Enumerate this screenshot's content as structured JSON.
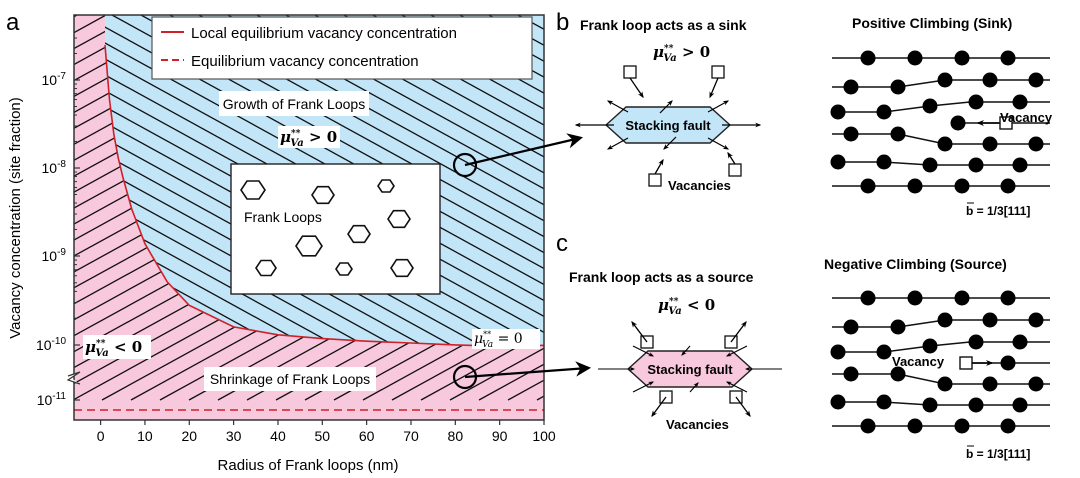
{
  "panels": {
    "a": "a",
    "b": "b",
    "c": "c"
  },
  "chart_data": {
    "type": "line",
    "title": "",
    "xlabel": "Radius of Frank loops (nm)",
    "ylabel": "Vacancy concentration (site fraction)",
    "xlim": [
      -6,
      100
    ],
    "ylim_log10": [
      -11.5,
      -6.25
    ],
    "yscale": "log",
    "x_ticks": [
      0,
      10,
      20,
      30,
      40,
      50,
      60,
      70,
      80,
      90,
      100
    ],
    "x_tick_labels": [
      "0",
      "10",
      "20",
      "30",
      "40",
      "50",
      "60",
      "70",
      "80",
      "90",
      "100"
    ],
    "y_ticks_log10": [
      -7,
      -8,
      -9,
      -10,
      -11
    ],
    "y_tick_labels": [
      {
        "base": "10",
        "exp": "-7"
      },
      {
        "base": "10",
        "exp": "-8"
      },
      {
        "base": "10",
        "exp": "-9"
      },
      {
        "base": "10",
        "exp": "-10"
      },
      {
        "base": "10",
        "exp": "-11"
      }
    ],
    "axis_break": true,
    "series": [
      {
        "name": "Local equilibrium vacancy concentration",
        "style": "solid",
        "color": "#d0202a",
        "x": [
          1.0,
          1.5,
          2,
          3,
          4,
          5,
          7,
          10,
          15,
          20,
          30,
          40,
          50,
          60,
          70,
          80,
          84
        ],
        "y": [
          2.5e-07,
          1.2e-07,
          6e-08,
          2.4e-08,
          1.3e-08,
          8e-09,
          3.5e-09,
          1.4e-09,
          5.2e-10,
          2.8e-10,
          1.6e-10,
          1.3e-10,
          1.18e-10,
          1.1e-10,
          1.05e-10,
          1e-10,
          9.8e-11
        ]
      },
      {
        "name": "Equilibrium vacancy concentration",
        "style": "dashed",
        "color": "#d0202a",
        "x": [
          -6,
          100
        ],
        "y": [
          6.5e-12,
          6.5e-12
        ]
      }
    ],
    "regions": [
      {
        "name": "growth",
        "label": "Growth of Frank Loops",
        "condition": "μ**Va > 0",
        "color": "#c2e5f8"
      },
      {
        "name": "shrinkage",
        "label": "Shrinkage of Frank Loops",
        "condition": "μ**Va < 0",
        "color": "#f8c8dc"
      }
    ],
    "legend": {
      "placement": "top",
      "entries": [
        "Local equilibrium vacancy concentration",
        "Equilibrium vacancy concentration"
      ]
    },
    "annotations": {
      "growth_label": "Growth of Frank Loops",
      "shrink_label": "Shrinkage of Frank Loops",
      "inset_label": "Frank Loops",
      "mu_pos": {
        "mu": "μ",
        "sup": "**",
        "sub": "Va",
        "rel": " > 0"
      },
      "mu_neg": {
        "mu": "μ",
        "sup": "**",
        "sub": "Va",
        "rel": " < 0"
      },
      "mu_zero": {
        "mu": "μ",
        "sup": "**",
        "sub": "Va",
        "rel": " = 0"
      }
    }
  },
  "panel_b": {
    "title": "Frank loop acts as a sink",
    "mu": {
      "mu": "μ",
      "sup": "**",
      "sub": "Va",
      "rel": " > 0"
    },
    "fault_label": "Stacking fault",
    "vacancies_label": "Vacancies",
    "fault_color": "#c2e5f8",
    "climb_title": "Positive Climbing (Sink)",
    "vacancy_label": "Vacancy",
    "burgers": "b = 1/3[111]"
  },
  "panel_c": {
    "title": "Frank loop acts as a source",
    "mu": {
      "mu": "μ",
      "sup": "**",
      "sub": "Va",
      "rel": " < 0"
    },
    "fault_label": "Stacking fault",
    "vacancies_label": "Vacancies",
    "fault_color": "#f8c8dc",
    "climb_title": "Negative Climbing (Source)",
    "vacancy_label": "Vacancy",
    "burgers": "b = 1/3[111]"
  }
}
